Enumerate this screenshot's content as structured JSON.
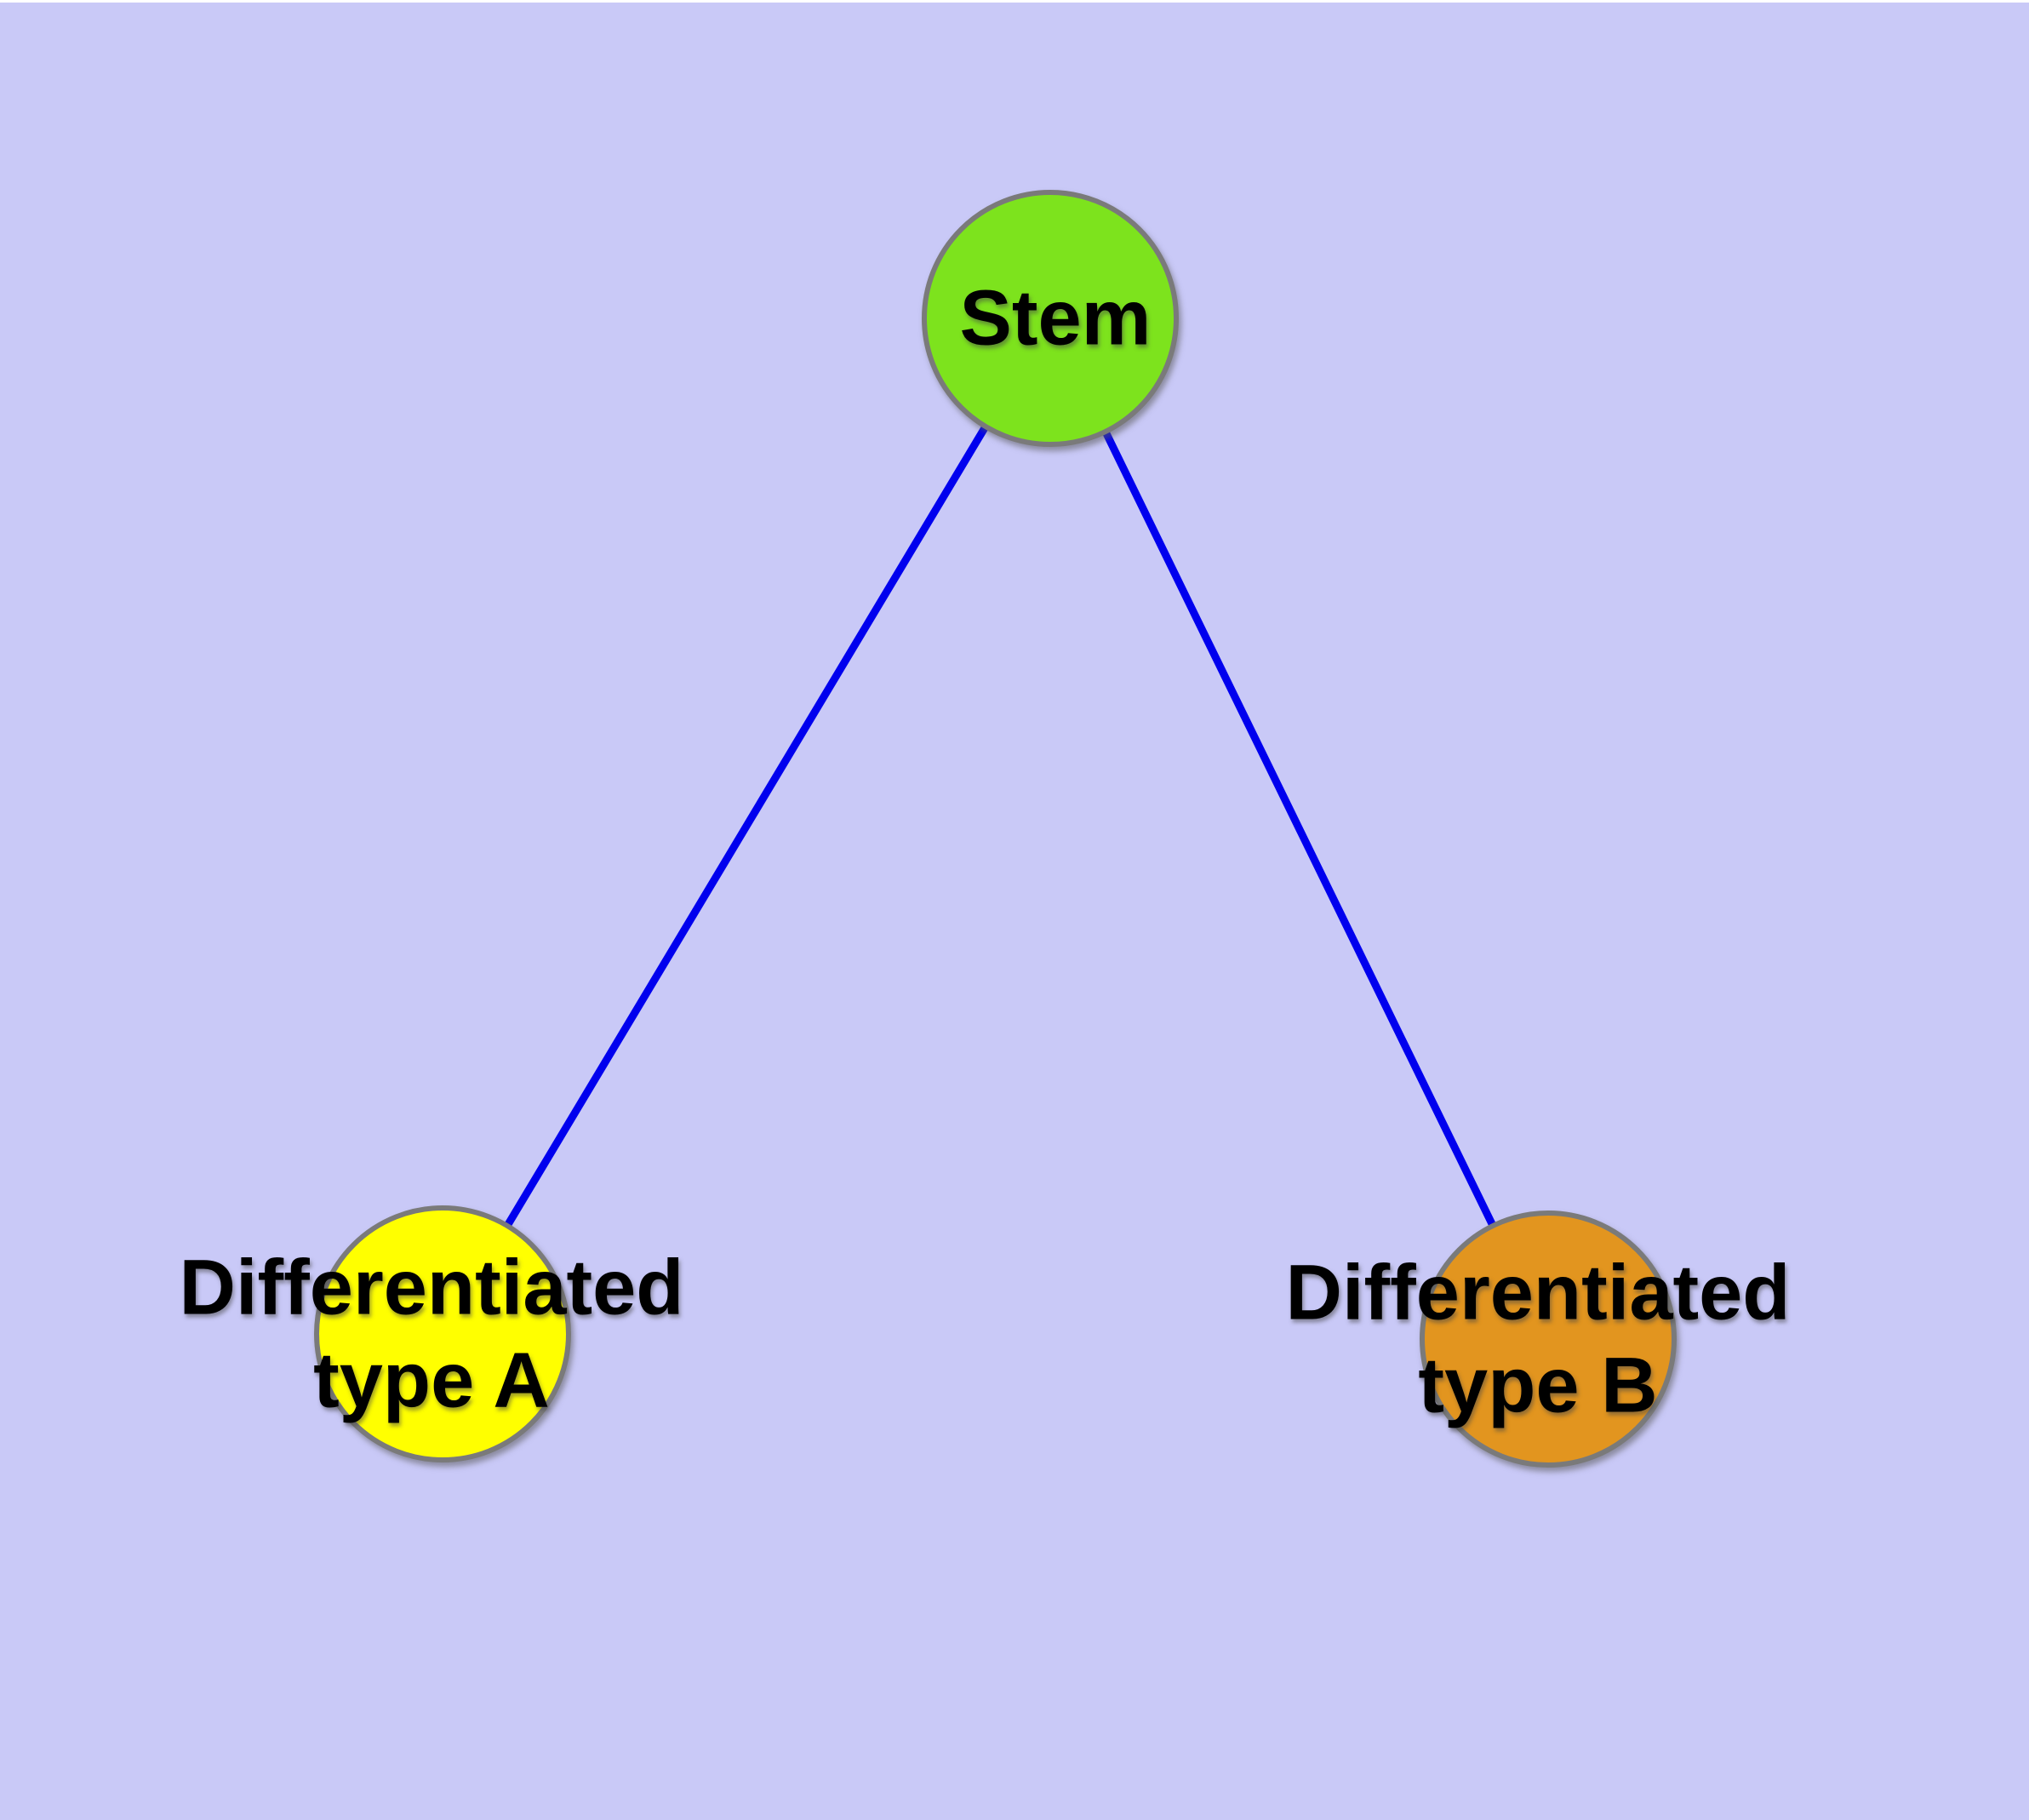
{
  "diagram": {
    "type": "graph",
    "background_color": "#c9c9f7",
    "node_border_color": "#7a7a7a",
    "edge_color": "#0000ee",
    "text_color": "#000000",
    "nodes": {
      "stem": {
        "label": "Stem",
        "fill": "#7de31d"
      },
      "type_a": {
        "label": "Differentiated type A",
        "line1": "Differentiated",
        "line2": "type A",
        "fill": "#ffff00"
      },
      "type_b": {
        "label": "Differentiated type B",
        "line1": "Differentiated",
        "line2": "type B",
        "fill": "#e2951f"
      }
    },
    "edges": [
      {
        "from": "Stem",
        "to": "Differentiated type A"
      },
      {
        "from": "Stem",
        "to": "Differentiated type B"
      }
    ]
  }
}
